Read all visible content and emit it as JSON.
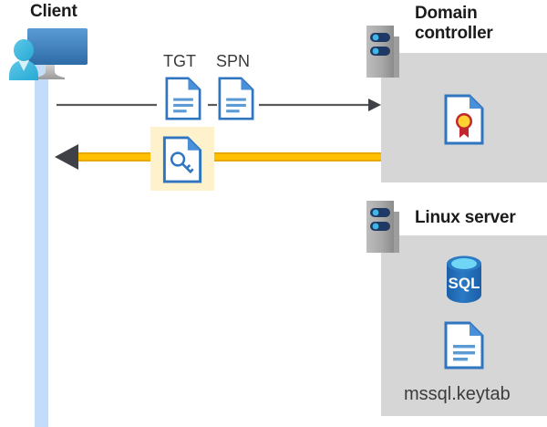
{
  "diagram": {
    "title_client": "Client",
    "title_domain_controller": "Domain\ncontroller",
    "title_domain_controller_line1": "Domain",
    "title_domain_controller_line2": "controller",
    "title_linux_server": "Linux server",
    "label_tgt": "TGT",
    "label_spn": "SPN",
    "label_keytab_file": "mssql.keytab",
    "label_sql_db": "SQL"
  },
  "icons": {
    "client": "user-with-monitor-icon",
    "tgt_doc": "document-icon",
    "spn_doc": "document-icon",
    "key_doc": "document-with-key-icon",
    "domain_controller_rack": "server-rack-icon",
    "linux_server_rack": "server-rack-icon",
    "certificate": "certificate-document-icon",
    "sql_database": "sql-database-icon",
    "keytab_doc": "document-icon"
  },
  "arrows": {
    "request": {
      "name": "request-arrow",
      "direction": "left-to-right",
      "color": "#595959",
      "description": "thin gray arrow from client to domain controller"
    },
    "response": {
      "name": "response-arrow",
      "direction": "right-to-left",
      "color": "#ffc000",
      "head_color": "#3f4146",
      "description": "thick yellow arrow from domain controller back to client"
    }
  },
  "colors": {
    "panel_gray": "#d6d6d6",
    "lifeline_blue": "#c3dcfa",
    "highlight_yellow": "#fdf2cc",
    "doc_blue": "#2f75c0",
    "doc_fold_blue": "#4a90d9",
    "arrow_yellow": "#ffc000",
    "arrow_gray": "#595959",
    "rack_gray": "#a6a6a6",
    "rack_navy": "#1f3864",
    "sql_blue": "#1f6fbf",
    "cert_gold": "#ffd231",
    "cert_red": "#c1272d",
    "text_dark": "#1b1b1b"
  }
}
